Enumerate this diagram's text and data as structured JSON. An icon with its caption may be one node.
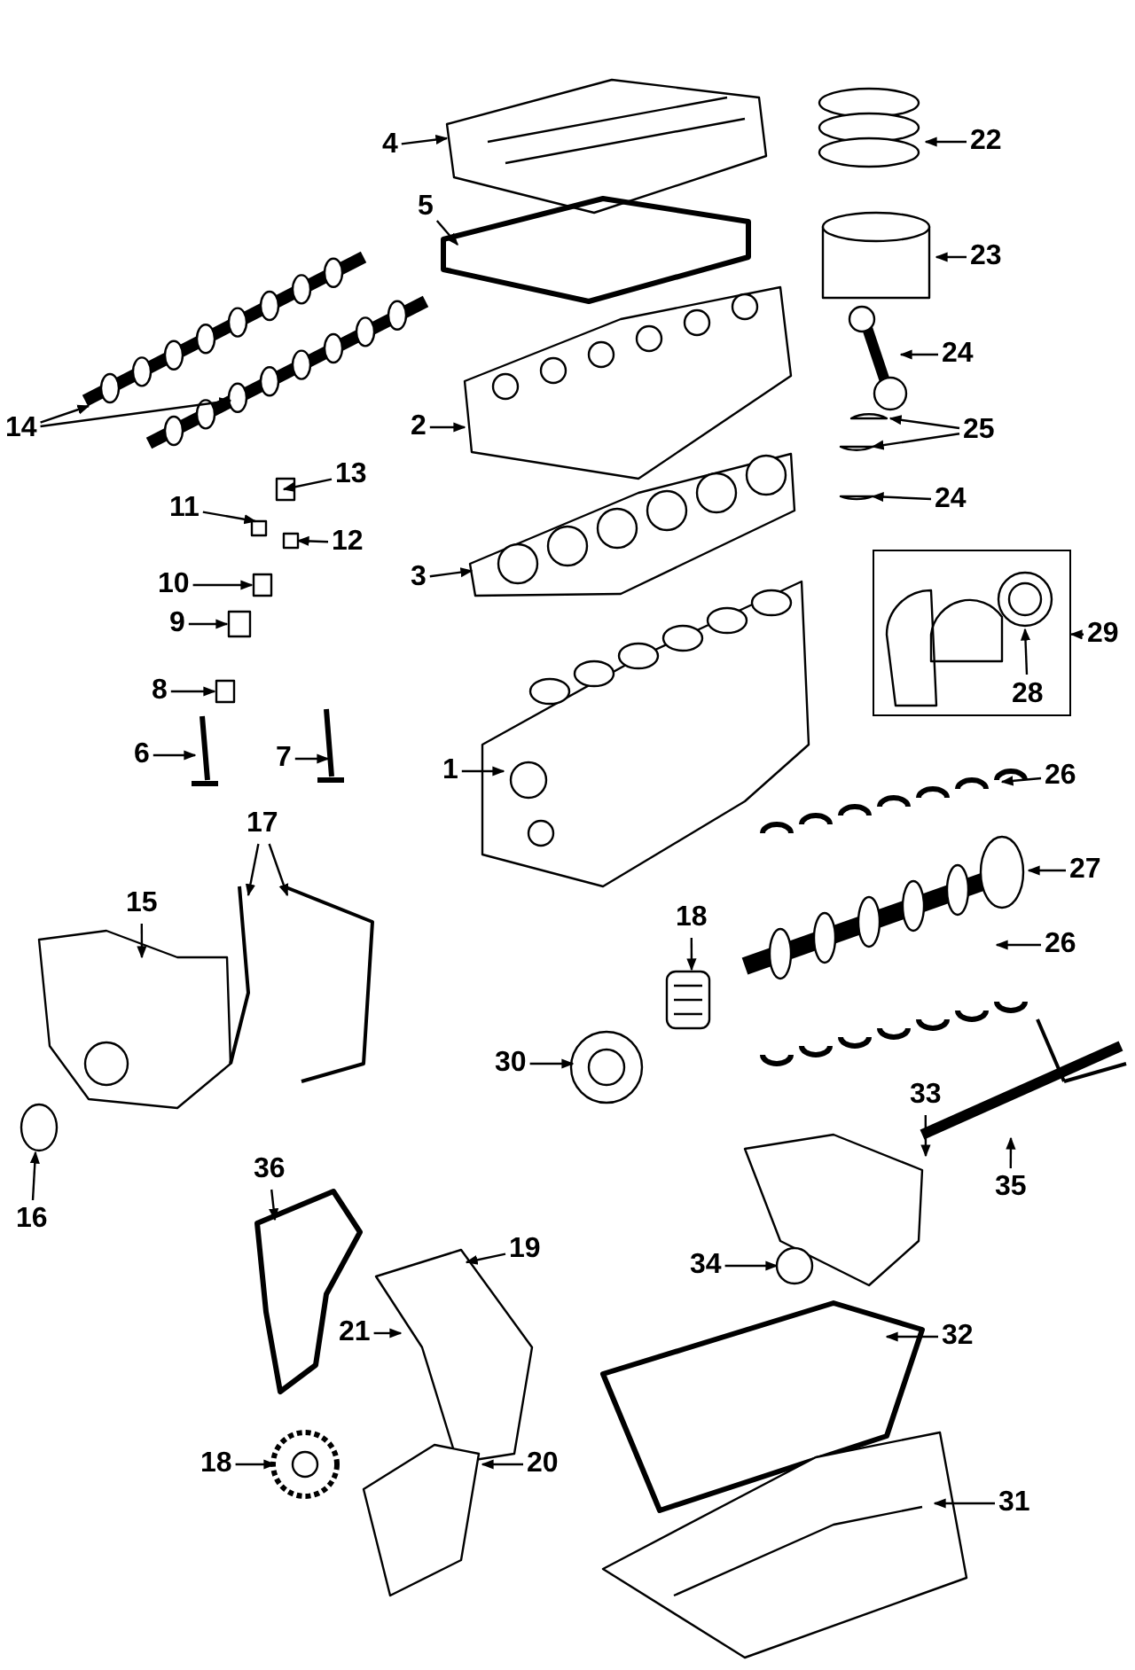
{
  "diagram": {
    "nodes": [
      {
        "text": [
          "4"
        ]
      },
      {
        "text": [
          "22"
        ]
      },
      {
        "text": [
          "5"
        ]
      },
      {
        "text": [
          "23"
        ]
      },
      {
        "text": [
          "24"
        ]
      },
      {
        "text": [
          "14"
        ]
      },
      {
        "text": [
          "2"
        ]
      },
      {
        "text": [
          "25"
        ]
      },
      {
        "text": [
          "13"
        ]
      },
      {
        "text": [
          "24"
        ]
      },
      {
        "text": [
          "11"
        ]
      },
      {
        "text": [
          "12"
        ]
      },
      {
        "text": [
          "3"
        ]
      },
      {
        "text": [
          "10"
        ]
      },
      {
        "text": [],
        "shape": "box"
      },
      {
        "text": [
          "28"
        ],
        "in": 14
      },
      {
        "text": [
          "29"
        ]
      },
      {
        "text": [
          "9"
        ]
      },
      {
        "text": [
          "8"
        ]
      },
      {
        "text": [
          "6"
        ]
      },
      {
        "text": [
          "7"
        ]
      },
      {
        "text": [
          "1"
        ]
      },
      {
        "text": [
          "26"
        ]
      },
      {
        "text": [
          "17"
        ]
      },
      {
        "text": [
          "15"
        ]
      },
      {
        "text": [
          "27"
        ]
      },
      {
        "text": [
          "18"
        ]
      },
      {
        "text": [
          "26"
        ]
      },
      {
        "text": [
          "30"
        ]
      },
      {
        "text": [
          "33"
        ]
      },
      {
        "text": [
          "16"
        ]
      },
      {
        "text": [
          "36"
        ]
      },
      {
        "text": [
          "35"
        ]
      },
      {
        "text": [
          "19"
        ]
      },
      {
        "text": [
          "34"
        ]
      },
      {
        "text": [
          "32"
        ]
      },
      {
        "text": [
          "21"
        ]
      },
      {
        "text": [
          "18"
        ]
      },
      {
        "text": [
          "20"
        ]
      },
      {
        "text": [
          "31"
        ]
      }
    ],
    "edges": [
      {
        "from": 0,
        "to": null,
        "arrow": "to"
      },
      {
        "from": 1,
        "to": null,
        "arrow": "to"
      },
      {
        "from": 2,
        "to": null,
        "arrow": "to"
      },
      {
        "from": 3,
        "to": null,
        "arrow": "to"
      },
      {
        "from": 4,
        "to": null,
        "arrow": "to"
      },
      {
        "from": 5,
        "to": null,
        "arrow": "to"
      },
      {
        "from": 5,
        "to": null,
        "arrow": "to"
      },
      {
        "from": 6,
        "to": null,
        "arrow": "to"
      },
      {
        "from": 7,
        "to": null,
        "arrow": "to"
      },
      {
        "from": 7,
        "to": null,
        "arrow": "to"
      },
      {
        "from": 8,
        "to": null,
        "arrow": "to"
      },
      {
        "from": 9,
        "to": null,
        "arrow": "to"
      },
      {
        "from": 10,
        "to": null,
        "arrow": "to"
      },
      {
        "from": 11,
        "to": null,
        "arrow": "to"
      },
      {
        "from": 12,
        "to": null,
        "arrow": "to"
      },
      {
        "from": 13,
        "to": null,
        "arrow": "to"
      },
      {
        "from": 16,
        "to": 14,
        "arrow": "to"
      },
      {
        "from": 15,
        "to": null,
        "arrow": "to"
      },
      {
        "from": 17,
        "to": null,
        "arrow": "to"
      },
      {
        "from": 18,
        "to": null,
        "arrow": "to"
      },
      {
        "from": 19,
        "to": null,
        "arrow": "to"
      },
      {
        "from": 20,
        "to": null,
        "arrow": "to"
      },
      {
        "from": 21,
        "to": null,
        "arrow": "to"
      },
      {
        "from": 22,
        "to": null,
        "arrow": "to"
      },
      {
        "from": 23,
        "to": null,
        "arrow": "to"
      },
      {
        "from": 23,
        "to": null,
        "arrow": "to"
      },
      {
        "from": 24,
        "to": null,
        "arrow": "to"
      },
      {
        "from": 25,
        "to": null,
        "arrow": "to"
      },
      {
        "from": 26,
        "to": null,
        "arrow": "to"
      },
      {
        "from": 27,
        "to": null,
        "arrow": "to"
      },
      {
        "from": 28,
        "to": null,
        "arrow": "to"
      },
      {
        "from": 29,
        "to": null,
        "arrow": "to"
      },
      {
        "from": 30,
        "to": null,
        "arrow": "to"
      },
      {
        "from": 31,
        "to": null,
        "arrow": "to"
      },
      {
        "from": 32,
        "to": null,
        "arrow": "to"
      },
      {
        "from": 33,
        "to": null,
        "arrow": "to"
      },
      {
        "from": 34,
        "to": null,
        "arrow": "to"
      },
      {
        "from": 35,
        "to": null,
        "arrow": "to"
      },
      {
        "from": 36,
        "to": null,
        "arrow": "to"
      },
      {
        "from": 37,
        "to": null,
        "arrow": "to"
      },
      {
        "from": 38,
        "to": null,
        "arrow": "to"
      },
      {
        "from": 39,
        "to": null,
        "arrow": "to"
      }
    ]
  }
}
